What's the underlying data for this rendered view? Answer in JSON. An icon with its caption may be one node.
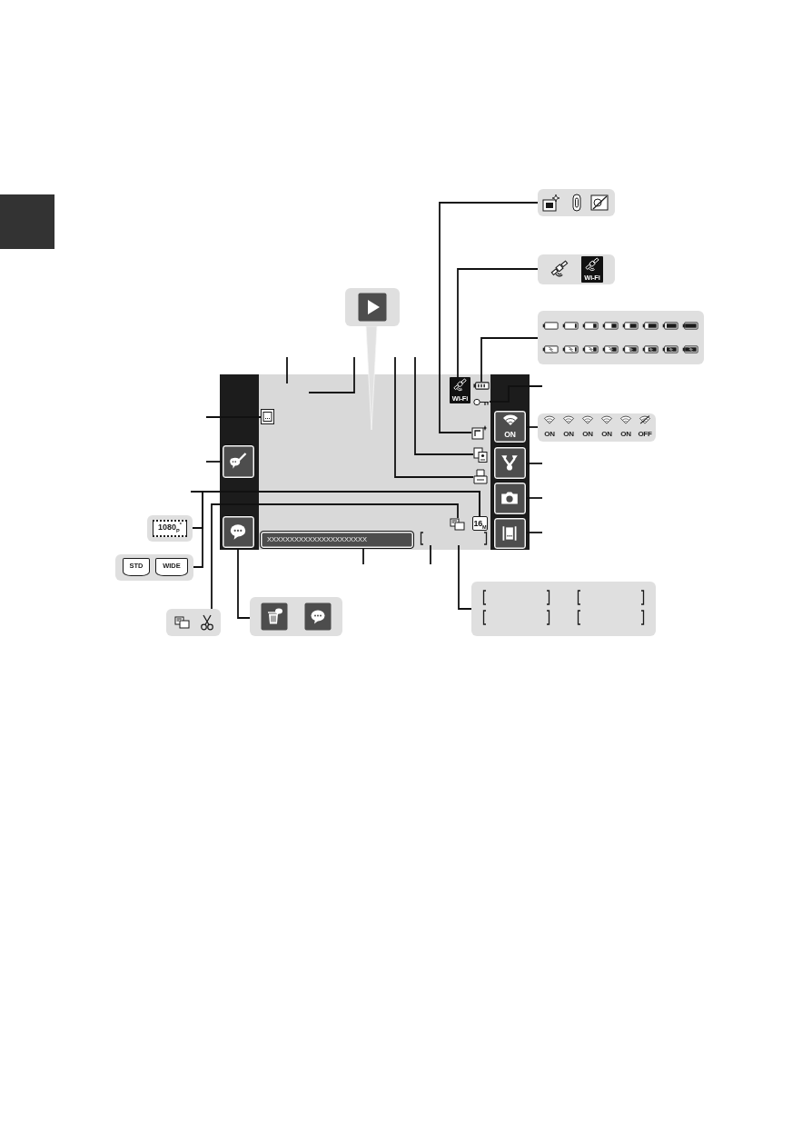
{
  "diagram": {
    "nodes": [
      {
        "text": [],
        "shape": "box"
      },
      {
        "text": [
          "Wi-Fi"
        ]
      },
      {
        "text": [],
        "shape": "box"
      },
      {
        "text": [],
        "shape": "box"
      },
      {
        "text": [],
        "shape": "box"
      },
      {
        "text": [
          "Wi-Fi"
        ],
        "in": 4
      },
      {
        "text": [],
        "shape": "picture",
        "in": 4
      },
      {
        "text": [],
        "shape": "picture",
        "in": 4
      },
      {
        "text": [],
        "shape": "picture",
        "in": 4
      },
      {
        "text": [
          "ON"
        ],
        "in": 4
      },
      {
        "text": [],
        "shape": "picture",
        "in": 4
      },
      {
        "text": [],
        "shape": "box",
        "in": 4
      },
      {
        "text": [],
        "shape": "box",
        "in": 4
      },
      {
        "text": [],
        "shape": "picture",
        "in": 4
      },
      {
        "text": [],
        "shape": "picture",
        "in": 4
      },
      {
        "text": [],
        "shape": "box",
        "in": 4
      },
      {
        "text": [],
        "shape": "picture",
        "in": 4
      },
      {
        "text": [
          "16$_{M}$"
        ],
        "in": 4
      },
      {
        "text": [],
        "shape": "box",
        "in": 4
      },
      {
        "text": [
          "XXXXXXXXXXXXXXXXXXXXXX"
        ],
        "in": 4
      },
      {
        "text": [],
        "shape": "bracket",
        "in": 4
      },
      {
        "text": [],
        "shape": "box",
        "in": 4
      },
      {
        "text": [
          "ON",
          "ON",
          "ON",
          "ON",
          "ON",
          "OFF"
        ]
      },
      {
        "text": [
          "1080$_{P}$$^{*}$"
        ]
      },
      {
        "text": [
          "STD",
          "WIDE"
        ]
      },
      {
        "text": [],
        "shape": "box"
      },
      {
        "text": [],
        "shape": "box"
      },
      {
        "text": [],
        "shape": "box"
      }
    ],
    "edges": [
      {
        "from": 0,
        "to": 10,
        "arrow": "none"
      },
      {
        "from": 1,
        "to": 5,
        "arrow": "none"
      },
      {
        "from": 3,
        "to": 6,
        "arrow": "none"
      },
      {
        "from": 2,
        "to": null,
        "arrow": "to"
      },
      {
        "from": null,
        "to": 4,
        "arrow": "none"
      },
      {
        "from": null,
        "to": 4,
        "arrow": "none"
      },
      {
        "from": null,
        "to": 14,
        "arrow": "none"
      },
      {
        "from": null,
        "to": 13,
        "arrow": "none"
      },
      {
        "from": null,
        "to": 7,
        "arrow": "none"
      },
      {
        "from": 22,
        "to": 9,
        "arrow": "none"
      },
      {
        "from": null,
        "to": 12,
        "arrow": "none"
      },
      {
        "from": null,
        "to": 15,
        "arrow": "none"
      },
      {
        "from": null,
        "to": 21,
        "arrow": "none"
      },
      {
        "from": null,
        "to": 8,
        "arrow": "none"
      },
      {
        "from": null,
        "to": 11,
        "arrow": "none"
      },
      {
        "from": null,
        "to": 17,
        "arrow": "none"
      },
      {
        "from": 23,
        "to": 17,
        "arrow": "none"
      },
      {
        "from": 24,
        "to": 17,
        "arrow": "none"
      },
      {
        "from": 25,
        "to": 16,
        "arrow": "none"
      },
      {
        "from": 26,
        "to": 18,
        "arrow": "none"
      },
      {
        "from": null,
        "to": 19,
        "arrow": "none"
      },
      {
        "from": null,
        "to": 20,
        "arrow": "none"
      },
      {
        "from": 27,
        "to": 20,
        "arrow": "none"
      }
    ]
  }
}
